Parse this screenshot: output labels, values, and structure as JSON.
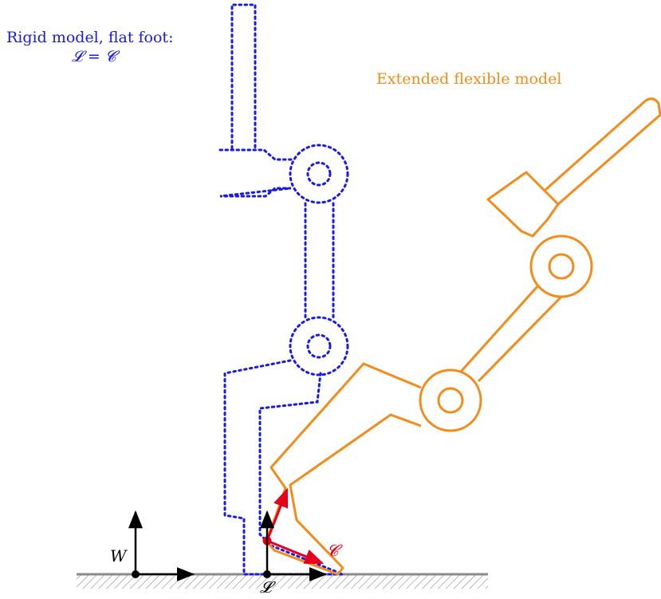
{
  "labels": {
    "rigid_title": "Rigid model, flat foot:",
    "rigid_equation": "𝓛 = 𝓒",
    "flexible_title": "Extended flexible model",
    "contact_frame": "𝓒",
    "world_frame": "W",
    "link_frame": "𝓛"
  },
  "colors": {
    "rigid_model": "#1a1ae6",
    "flexible_model": "#f28c1a",
    "contact_vectors": "#e6001a",
    "frames": "#000000",
    "ground_hatch": "#7a7a7a"
  }
}
